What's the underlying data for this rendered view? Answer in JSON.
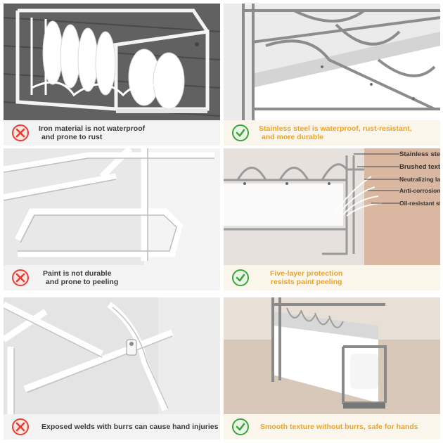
{
  "comparisons": [
    {
      "bad": {
        "line1": "Iron material is not waterproof",
        "line2": "and prone to rust"
      },
      "good": {
        "line1": "Stainless steel is waterproof, rust-resistant,",
        "line2": "and more durable"
      }
    },
    {
      "bad": {
        "line1": "Paint is not durable",
        "line2": "and prone to peeling"
      },
      "good": {
        "line1": "Five-layer protection",
        "line2": "resists paint peeling"
      }
    },
    {
      "bad": {
        "line1": "Exposed welds with burrs can cause hand injuries",
        "line2": ""
      },
      "good": {
        "line1": "Smooth texture without burrs, safe for hands",
        "line2": ""
      }
    }
  ],
  "layers": [
    "Stainless steel",
    "Brushed texture",
    "Neutralizing layer",
    "Anti-corrosion layer",
    "Oil-resistant stain-resistant"
  ],
  "icons": {
    "bad": "cross-icon",
    "good": "check-icon"
  },
  "colors": {
    "bad": "#e53f33",
    "good": "#3fa33c",
    "good_text": "#f3a21c",
    "bad_text": "#3b3b3b"
  }
}
